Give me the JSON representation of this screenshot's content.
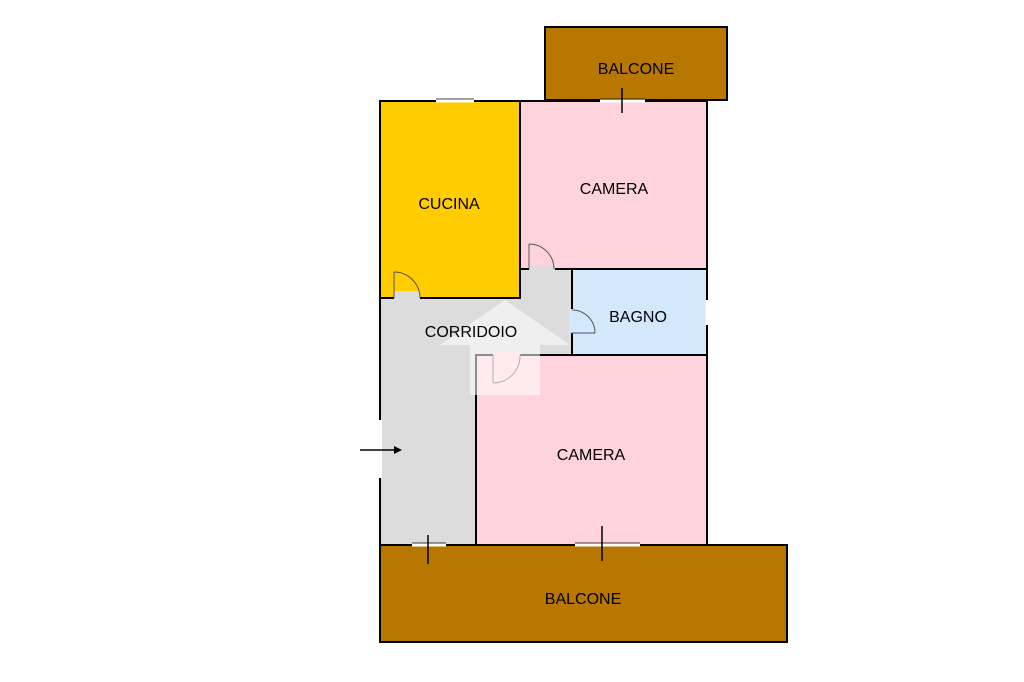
{
  "colors": {
    "balcone": "#b87700",
    "cucina": "#ffcc00",
    "camera": "#ffd3dc",
    "bagno": "#d3e8fb",
    "corridoio": "#dcdcdc",
    "wall": "#000000"
  },
  "rooms": {
    "balcone_top": "BALCONE",
    "cucina": "CUCINA",
    "camera_top": "CAMERA",
    "bagno": "BAGNO",
    "corridoio": "CORRIDOIO",
    "camera_bottom": "CAMERA",
    "balcone_bottom": "BALCONE"
  },
  "icons": {
    "entrance": "entrance-arrow-icon",
    "doors": "door-swing-icon",
    "watermark": "house-watermark-icon"
  }
}
